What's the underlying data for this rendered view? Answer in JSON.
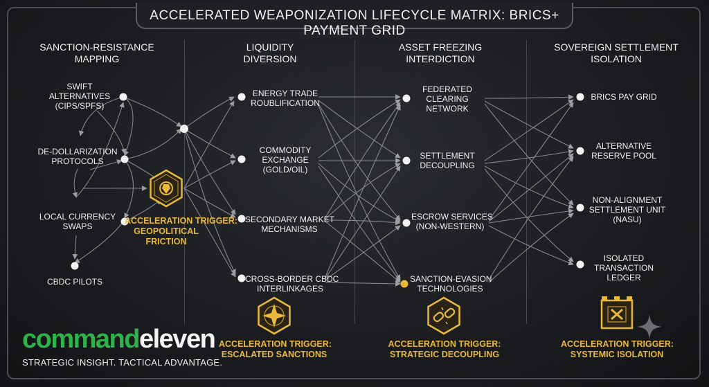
{
  "title": "ACCELERATED WEAPONIZATION LIFECYCLE MATRIX: BRICS+ PAYMENT GRID",
  "columns": [
    {
      "heading": [
        "SANCTION-RESISTANCE",
        "MAPPING"
      ]
    },
    {
      "heading": [
        "LIQUIDITY",
        "DIVERSION"
      ]
    },
    {
      "heading": [
        "ASSET FREEZING",
        "INTERDICTION"
      ]
    },
    {
      "heading": [
        "SOVEREIGN SETTLEMENT",
        "ISOLATION"
      ]
    }
  ],
  "nodes": {
    "swift": [
      "SWIFT",
      "ALTERNATIVES",
      "(CIPS/SPFS)"
    ],
    "dedollar": [
      "DE-DOLLARIZATION",
      "PROTOCOLS"
    ],
    "localswaps": [
      "LOCAL CURRENCY",
      "SWAPS"
    ],
    "cbdcpilots": [
      "CBDC PILOTS"
    ],
    "energy": [
      "ENERGY TRADE",
      "ROUBLIFICATION"
    ],
    "commodity": [
      "COMMODITY",
      "EXCHANGE",
      "(GOLD/OIL)"
    ],
    "secondary": [
      "SECONDARY MARKET",
      "MECHANISMS"
    ],
    "crossborder": [
      "CROSS-BORDER CBDC",
      "INTERLINKAGES"
    ],
    "federated": [
      "FEDERATED",
      "CLEARING",
      "NETWORK"
    ],
    "settlement": [
      "SETTLEMENT",
      "DECOUPLING"
    ],
    "escrow": [
      "ESCROW SERVICES",
      "(NON-WESTERN)"
    ],
    "evasion": [
      "SANCTION-EVASION",
      "TECHNOLOGIES"
    ],
    "bricspay": [
      "BRICS PAY GRID"
    ],
    "reserve": [
      "ALTERNATIVE",
      "RESERVE POOL"
    ],
    "nasu": [
      "NON-ALIGNMENT",
      "SETTLEMENT UNIT",
      "(NASU)"
    ],
    "ledger": [
      "ISOLATED",
      "TRANSACTION",
      "LEDGER"
    ]
  },
  "triggers": [
    {
      "lines": [
        "ACCELERATION TRIGGER:",
        "GEOPOLITICAL",
        "FRICTION"
      ],
      "icon": "shield-gear-icon"
    },
    {
      "lines": [
        "ACCELERATION TRIGGER:",
        "ESCALATED SANCTIONS"
      ],
      "icon": "compass-star-icon"
    },
    {
      "lines": [
        "ACCELERATION TRIGGER:",
        "STRATEGIC DECOUPLING"
      ],
      "icon": "broken-chain-icon"
    },
    {
      "lines": [
        "ACCELERATION TRIGGER:",
        "SYSTEMIC ISOLATION"
      ],
      "icon": "barricade-x-icon"
    }
  ],
  "brand": {
    "name_part1": "command",
    "name_part2": "eleven",
    "tagline": "STRATEGIC INSIGHT. TACTICAL ADVANTAGE."
  },
  "colors": {
    "accent_gold": "#e8b93a",
    "brand_green": "#2fb24a",
    "node_white": "#f2f2f2",
    "link_gray": "#9a9da2"
  }
}
